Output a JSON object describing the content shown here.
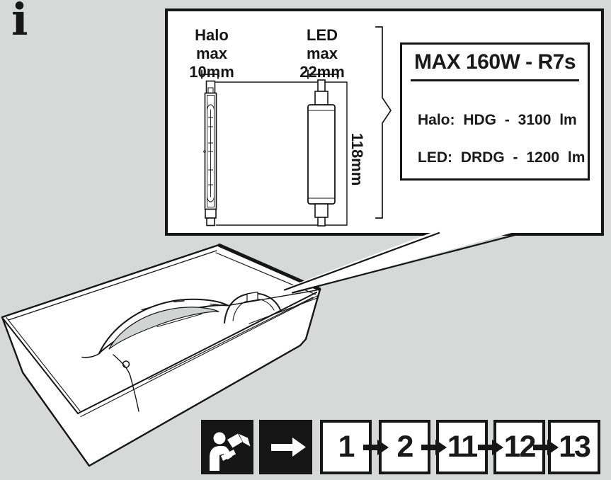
{
  "page": {
    "background_color": "#d7d8d8",
    "ink_color": "#161616",
    "info_glyph": "i"
  },
  "callout": {
    "lamp_labels": [
      {
        "name": "Halo",
        "max": "max 10mm"
      },
      {
        "name": "LED",
        "max": "max 22mm"
      }
    ],
    "length_dimension": "118mm",
    "spec_box": {
      "title": "MAX 160W - R7s",
      "rows": [
        "Halo: HDG - 3100 lm",
        "LED: DRDG - 1200 lm"
      ]
    }
  },
  "footer": {
    "icons": [
      {
        "name": "read-manual-icon"
      },
      {
        "name": "arrow-right-icon"
      }
    ],
    "steps": [
      "1",
      "2",
      "11",
      "12",
      "13"
    ]
  }
}
